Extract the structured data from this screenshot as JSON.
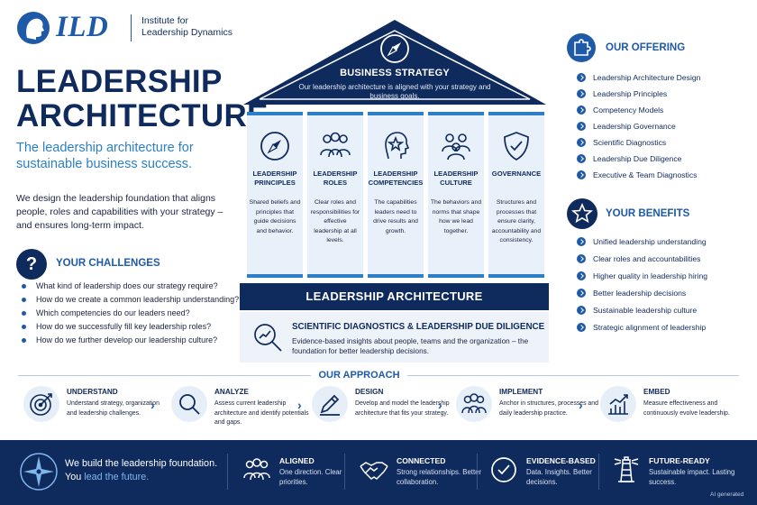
{
  "brand": {
    "logo_text": "ILD",
    "logo_sub_1": "Institute for",
    "logo_sub_2": "Leadership Dynamics"
  },
  "hero": {
    "title_line1": "LEADERSHIP",
    "title_line2": "ARCHITECTURE",
    "tagline_line1": "The leadership architecture for",
    "tagline_line2": "sustainable business success.",
    "intro_line1": "We design the leadership foundation that aligns",
    "intro_line2": "people, roles and capabilities with your strategy –",
    "intro_line3": "and ensures long-term impact."
  },
  "challenges": {
    "badge": "?",
    "title": "YOUR CHALLENGES",
    "items": [
      "What kind of leadership does our strategy require?",
      "How do we create a common leadership understanding?",
      "Which competencies do our leaders need?",
      "How do we successfully fill key leadership roles?",
      "How do we further develop our leadership culture?"
    ]
  },
  "house": {
    "roof_title": "BUSINESS STRATEGY",
    "roof_desc": "Our leadership architecture is aligned with your strategy and business goals.",
    "pillars": [
      {
        "title": "LEADERSHIP PRINCIPLES",
        "desc": "Shared beliefs and principles that guide decisions and behavior."
      },
      {
        "title": "LEADERSHIP ROLES",
        "desc": "Clear roles and responsibilities for effective leadership at all levels."
      },
      {
        "title": "LEADERSHIP COMPETENCIES",
        "desc": "The capabilities leaders need to drive results and growth."
      },
      {
        "title": "LEADERSHIP CULTURE",
        "desc": "The behaviors and norms that shape how we lead together."
      },
      {
        "title": "GOVERNANCE",
        "desc": "Structures and processes that ensure clarity, accountability and consistency."
      }
    ],
    "band": "LEADERSHIP ARCHITECTURE",
    "diagnostics_title": "SCIENTIFIC DIAGNOSTICS & LEADERSHIP DUE DILIGENCE",
    "diagnostics_desc": "Evidence-based insights about people, teams and the organization – the foundation for better leadership decisions."
  },
  "offering": {
    "title": "OUR OFFERING",
    "items": [
      "Leadership Architecture Design",
      "Leadership Principles",
      "Competency Models",
      "Leadership Governance",
      "Scientific Diagnostics",
      "Leadership Due Diligence",
      "Executive & Team Diagnostics"
    ]
  },
  "benefits": {
    "title": "YOUR BENEFITS",
    "items": [
      "Unified leadership understanding",
      "Clear roles and accountabilities",
      "Higher quality in leadership hiring",
      "Better leadership decisions",
      "Sustainable leadership culture",
      "Strategic alignment of leadership"
    ]
  },
  "approach": {
    "title": "OUR APPROACH",
    "steps": [
      {
        "title": "UNDERSTAND",
        "desc": "Understand strategy, organization and leadership challenges."
      },
      {
        "title": "ANALYZE",
        "desc": "Assess current leadership architecture and identify potentials and gaps."
      },
      {
        "title": "DESIGN",
        "desc": "Develop and model the leadership architecture that fits your strategy."
      },
      {
        "title": "IMPLEMENT",
        "desc": "Anchor in structures, processes and daily leadership practice."
      },
      {
        "title": "EMBED",
        "desc": "Measure effectiveness and continuously evolve leadership."
      }
    ]
  },
  "footer": {
    "line1": "We build the leadership foundation.",
    "line2_start": "You ",
    "line2_accent": "lead the future.",
    "features": [
      {
        "title": "ALIGNED",
        "desc": "One direction. Clear priorities."
      },
      {
        "title": "CONNECTED",
        "desc": "Strong relationships. Better collaboration."
      },
      {
        "title": "EVIDENCE-BASED",
        "desc": "Data. Insights. Better decisions."
      },
      {
        "title": "FUTURE-READY",
        "desc": "Sustainable impact. Lasting success."
      }
    ],
    "ai_note": "AI generated"
  },
  "colors": {
    "navy": "#0f2a5c",
    "brand_blue": "#1e5aa8",
    "accent_blue": "#2c7fc8",
    "pillar_bg": "#e8f0f9"
  },
  "icons": {
    "logo": "profile-head-icon",
    "roof": "compass-icon",
    "pillars": [
      "compass-icon",
      "people-group-icon",
      "head-star-icon",
      "team-icon",
      "shield-check-icon"
    ],
    "diagnostics": "magnifier-chart-icon",
    "offering": "puzzle-icon",
    "benefits": "star-icon",
    "steps": [
      "target-icon",
      "magnifier-icon",
      "pencil-icon",
      "people-icon",
      "growth-chart-icon"
    ],
    "footer": [
      "compass-rose-icon",
      "people-icon",
      "handshake-icon",
      "check-circle-icon",
      "lighthouse-icon"
    ]
  }
}
